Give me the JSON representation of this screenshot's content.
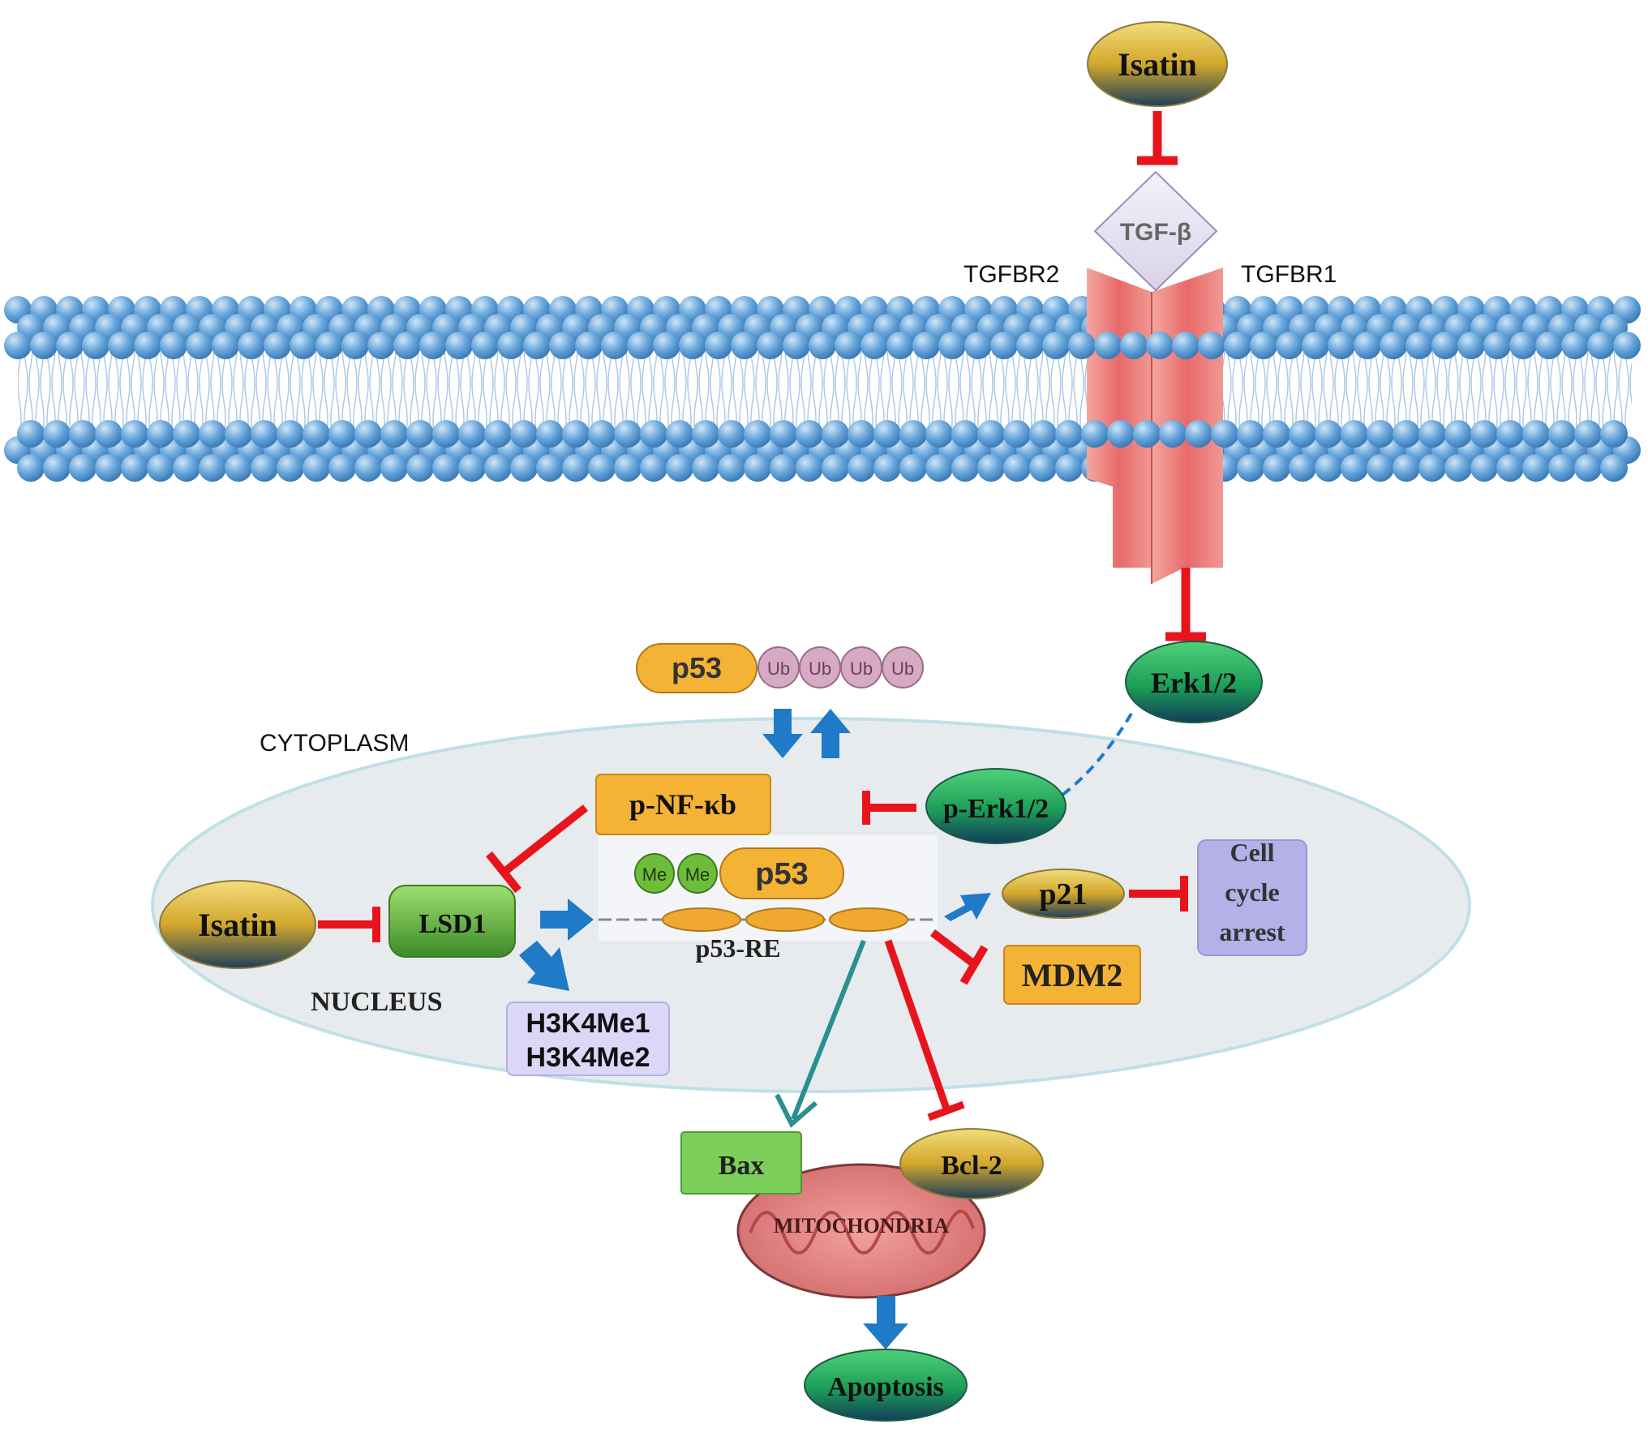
{
  "labels": {
    "isatin_top": "Isatin",
    "tgf_beta": "TGF-β",
    "tgfbr2": "TGFBR2",
    "tgfbr1": "TGFBR1",
    "erk12": "Erk1/2",
    "p53_cyto": "p53",
    "ub": "Ub",
    "cytoplasm": "CYTOPLASM",
    "p_nfkb": "p-NF-κb",
    "p_erk12": "p-Erk1/2",
    "me": "Me",
    "p53_nuc": "p53",
    "p53_re": "p53-RE",
    "isatin_left": "Isatin",
    "lsd1": "LSD1",
    "nucleus": "NUCLEUS",
    "h3k4me1": "H3K4Me1",
    "h3k4me2": "H3K4Me2",
    "p21": "p21",
    "cell_cycle_1": "Cell",
    "cell_cycle_2": "cycle",
    "cell_cycle_3": "arrest",
    "mdm2": "MDM2",
    "bax": "Bax",
    "bcl2": "Bcl-2",
    "mitochondria": "MITOCHONDRIA",
    "apoptosis": "Apoptosis"
  },
  "colors": {
    "inhibit": "#e8141c",
    "activate": "#1f7ac8",
    "teal": "#2a8f8f",
    "membrane_bead": "#6aa7dc",
    "nucleus_fill": "#e8ebee",
    "receptor": "#e86a6a",
    "gold": "#d2a72c",
    "green_box": "#7ccf5a",
    "dark_green": "#1d9e57",
    "orange_box": "#f5b335",
    "lavender": "#b4b0e8"
  }
}
